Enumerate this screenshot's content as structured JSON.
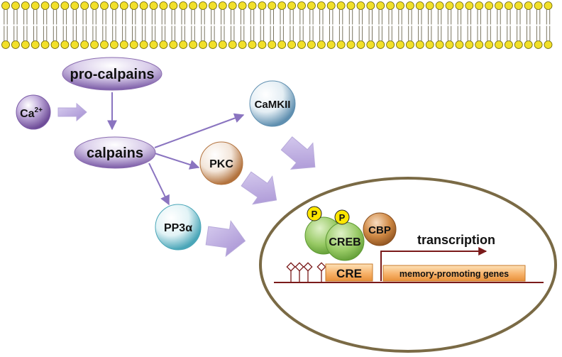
{
  "membrane": {
    "head_color": "#f2e02a",
    "head_stroke": "#6a6400",
    "tail_color": "#7a7460"
  },
  "nodes": {
    "ca": {
      "base": "Ca",
      "sup": "2+"
    },
    "pro_calpains": {
      "label": "pro-calpains"
    },
    "calpains": {
      "label": "calpains"
    },
    "camkii": {
      "label": "CaMKII"
    },
    "pkc": {
      "label": "PKC"
    },
    "pp3": {
      "label": "PP3α"
    }
  },
  "nucleus": {
    "creb": "CREB",
    "cbp": "CBP",
    "phospho_1": "P",
    "phospho_2": "P",
    "cre": "CRE",
    "genes": "memory-promoting genes",
    "transcription": "transcription"
  },
  "colors": {
    "purple": "#8a6cb0",
    "arrow": "#9a84c8",
    "big_arrow": "#b7a6dc",
    "nucleus_border": "#7a6a45",
    "dna": "#7a1a1a",
    "box_fill": "#f7b26a",
    "creb": "#8dc25a",
    "cbp": "#c8843a",
    "phospho": "#ffe600"
  }
}
